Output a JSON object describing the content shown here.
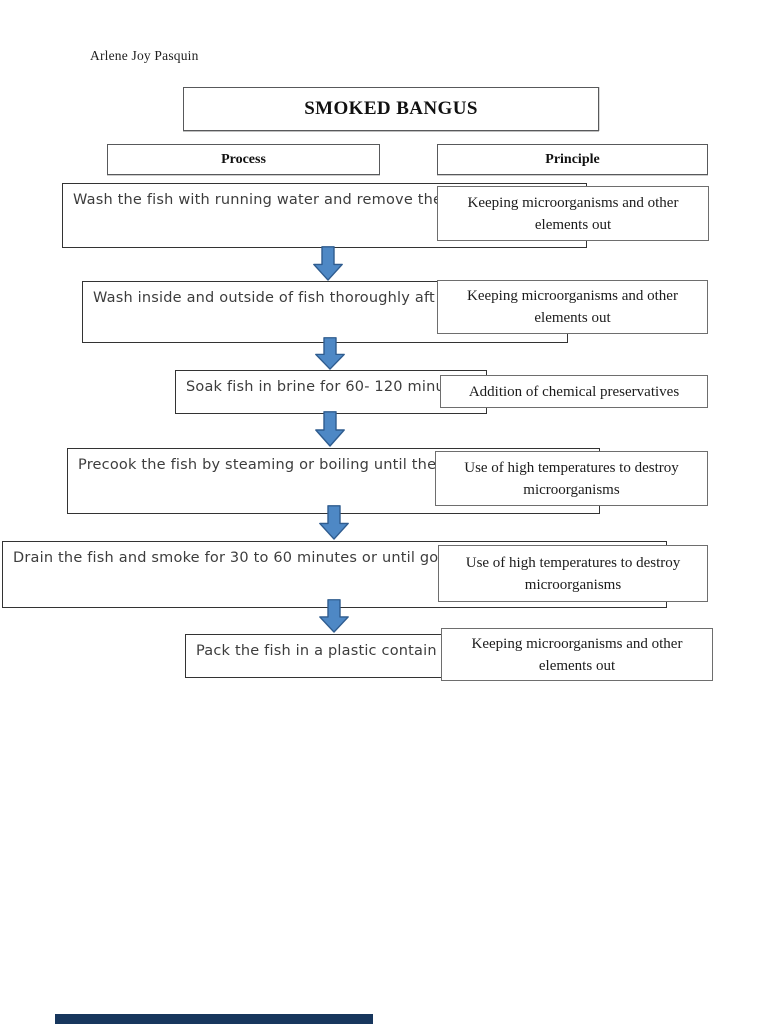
{
  "page": {
    "author": "Arlene Joy Pasquin",
    "title": "SMOKED BANGUS"
  },
  "headers": {
    "process": "Process",
    "principle": "Principle"
  },
  "flow": {
    "steps": [
      {
        "process": "Wash the fish with running water and remove the",
        "principle": "Keeping microorganisms and other elements out"
      },
      {
        "process": "Wash inside and outside of fish thoroughly aft",
        "principle": "Keeping microorganisms and other elements out"
      },
      {
        "process": "Soak fish in brine for 60- 120 minu",
        "principle": "Addition of chemical preservatives"
      },
      {
        "process": "Precook the fish by steaming or boiling until the",
        "principle": "Use of high temperatures to destroy microorganisms"
      },
      {
        "process": "Drain the fish and smoke for 30 to 60 minutes or until go",
        "principle": "Use of high temperatures to destroy microorganisms"
      },
      {
        "process": "Pack the fish in a plastic contain",
        "principle": "Keeping microorganisms and other elements out"
      }
    ]
  },
  "colors": {
    "arrow_fill": "#4e88c5",
    "arrow_stroke": "#2f5c8f",
    "footer_bar": "#17365d"
  }
}
